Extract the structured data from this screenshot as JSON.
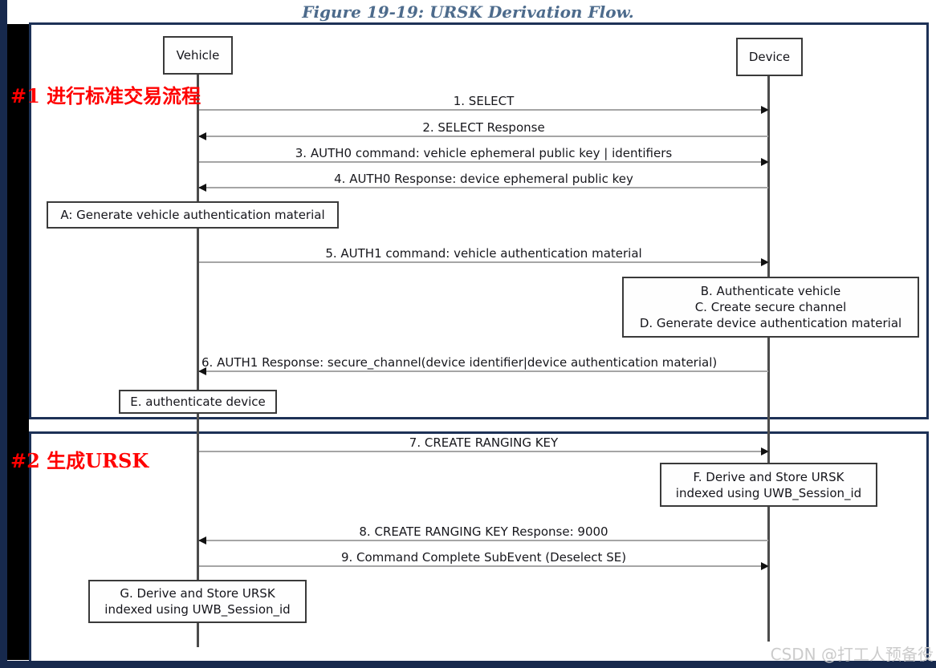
{
  "title": "Figure 19-19: URSK Derivation Flow.",
  "participants": {
    "vehicle": "Vehicle",
    "device": "Device"
  },
  "annotations": {
    "step1": "#1 进行标准交易流程",
    "step2": "#2 生成URSK"
  },
  "messages": [
    {
      "label": "1. SELECT",
      "direction": "right"
    },
    {
      "label": "2. SELECT Response",
      "direction": "left"
    },
    {
      "label": "3. AUTH0 command: vehicle ephemeral public key | identifiers",
      "direction": "right"
    },
    {
      "label": "4. AUTH0 Response: device ephemeral public key",
      "direction": "left"
    },
    {
      "label": "5. AUTH1 command: vehicle authentication material",
      "direction": "right"
    },
    {
      "label": "6. AUTH1 Response: secure_channel(device identifier|device authentication material)",
      "direction": "left"
    },
    {
      "label": "7. CREATE RANGING KEY",
      "direction": "right"
    },
    {
      "label": "8. CREATE RANGING KEY Response: 9000",
      "direction": "left"
    },
    {
      "label": "9. Command Complete SubEvent (Deselect SE)",
      "direction": "right"
    }
  ],
  "activities": {
    "a": {
      "lines": [
        "A: Generate vehicle authentication material"
      ]
    },
    "bcd": {
      "lines": [
        "B. Authenticate vehicle",
        "C. Create secure channel",
        "D. Generate device authentication material"
      ]
    },
    "e": {
      "lines": [
        "E. authenticate device"
      ]
    },
    "f": {
      "lines": [
        "F. Derive and Store URSK",
        "indexed using UWB_Session_id"
      ]
    },
    "g": {
      "lines": [
        "G. Derive and Store URSK",
        "indexed using UWB_Session_id"
      ]
    }
  },
  "watermark": "CSDN @打工人预备役",
  "colors": {
    "page_edge_navy": "#17294d",
    "left_strip_black": "#000000",
    "frame_border": "#1d3156",
    "annotation_red": "#ff0000",
    "message_line_gray": "#a5a5a5",
    "title_blue": "#4d6b8c",
    "watermark_gray": "#cbcbcb"
  }
}
